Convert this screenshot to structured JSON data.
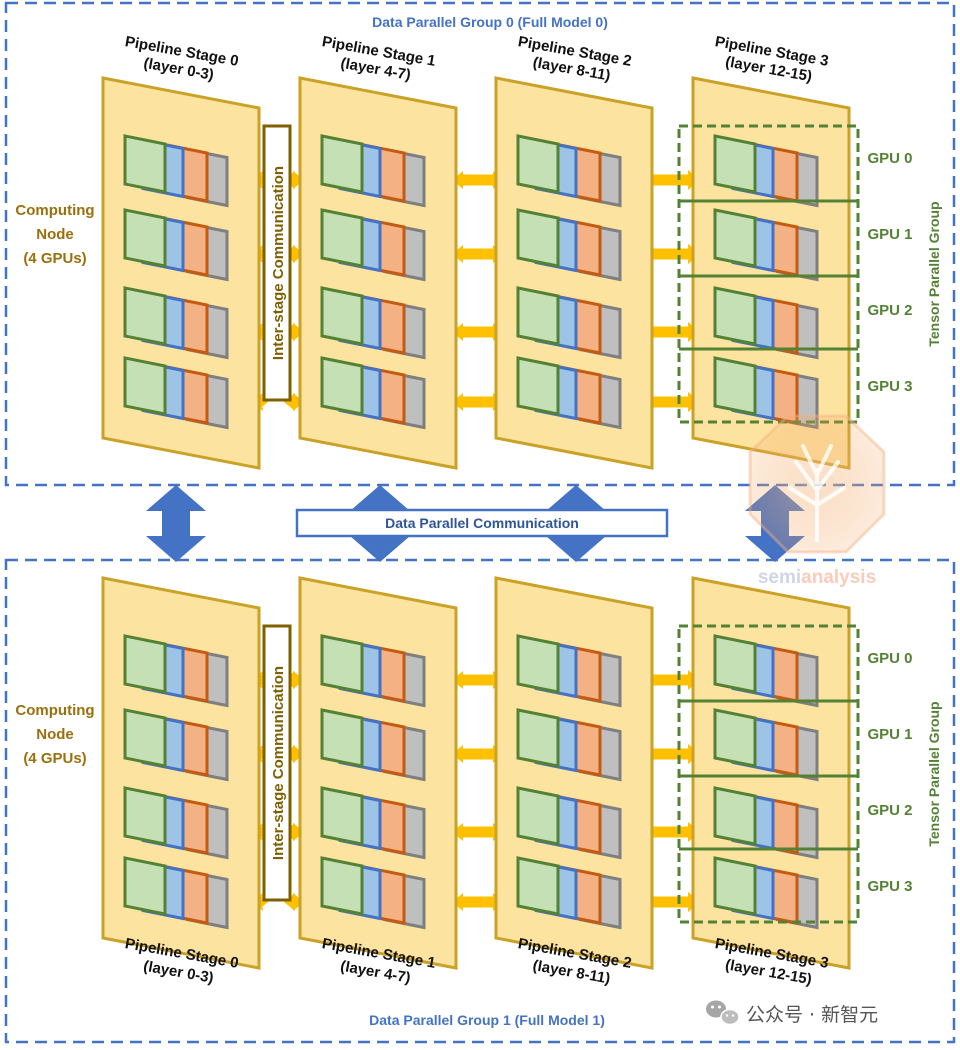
{
  "groups": [
    {
      "title": "Data Parallel Group 0 (Full Model 0)",
      "node_label_line1": "Computing",
      "node_label_line2": "Node",
      "node_label_line3": "(4 GPUs)",
      "inter_stage_label": "Inter-stage Communication",
      "tensor_parallel_label": "Tensor Parallel Group",
      "stages": [
        {
          "name": "Pipeline Stage 0",
          "layers": "(layer 0-3)"
        },
        {
          "name": "Pipeline Stage 1",
          "layers": "(layer 4-7)"
        },
        {
          "name": "Pipeline Stage 2",
          "layers": "(layer 8-11)"
        },
        {
          "name": "Pipeline Stage 3",
          "layers": "(layer 12-15)"
        }
      ],
      "gpus": [
        "GPU 0",
        "GPU 1",
        "GPU 2",
        "GPU 3"
      ]
    },
    {
      "title": "Data Parallel Group 1 (Full Model 1)",
      "node_label_line1": "Computing",
      "node_label_line2": "Node",
      "node_label_line3": "(4 GPUs)",
      "inter_stage_label": "Inter-stage Communication",
      "tensor_parallel_label": "Tensor Parallel Group",
      "stages": [
        {
          "name": "Pipeline Stage 0",
          "layers": "(layer 0-3)"
        },
        {
          "name": "Pipeline Stage 1",
          "layers": "(layer 4-7)"
        },
        {
          "name": "Pipeline Stage 2",
          "layers": "(layer 8-11)"
        },
        {
          "name": "Pipeline Stage 3",
          "layers": "(layer 12-15)"
        }
      ],
      "gpus": [
        "GPU 0",
        "GPU 1",
        "GPU 2",
        "GPU 3"
      ]
    }
  ],
  "data_parallel_communication": "Data Parallel Communication",
  "watermark": {
    "part1": "semi",
    "part2": "analysis"
  },
  "wechat_credit": "公众号 · 新智元",
  "colors": {
    "panel_fill": "#fde3a0",
    "panel_stroke": "#c9a227",
    "card_green": "#548235",
    "card_green_fill": "#c5e0b4",
    "card_blue": "#4472c4",
    "card_blue_fill": "#9dc3e6",
    "card_orange": "#c55a11",
    "card_orange_fill": "#f4b183",
    "card_gray": "#7f7f7f",
    "card_gray_fill": "#bfbfbf",
    "arrow_yellow": "#ffc000",
    "arrow_blue": "#4472c4",
    "group_border": "#4472c4",
    "tp_border": "#548235"
  }
}
